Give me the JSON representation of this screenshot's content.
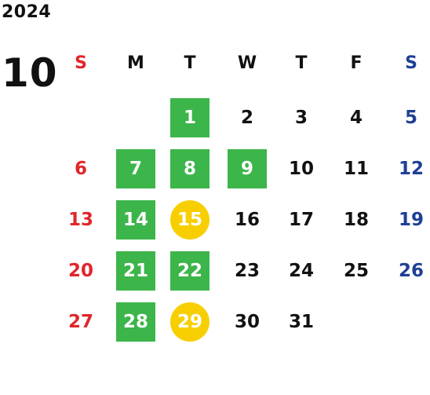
{
  "calendar": {
    "year": "2024",
    "month": "10",
    "weekdays": [
      "S",
      "M",
      "T",
      "W",
      "T",
      "F",
      "S"
    ],
    "colors": {
      "sunday": "#e0262a",
      "saturday": "#1f3f96",
      "green_highlight": "#3cb54a",
      "yellow_highlight": "#f7cf00",
      "weekday": "#111111"
    },
    "days": [
      {
        "label": "1",
        "col": 2,
        "row": 0,
        "highlight": "green"
      },
      {
        "label": "2",
        "col": 3,
        "row": 0,
        "highlight": ""
      },
      {
        "label": "3",
        "col": 4,
        "row": 0,
        "highlight": ""
      },
      {
        "label": "4",
        "col": 5,
        "row": 0,
        "highlight": ""
      },
      {
        "label": "5",
        "col": 6,
        "row": 0,
        "highlight": ""
      },
      {
        "label": "6",
        "col": 0,
        "row": 1,
        "highlight": ""
      },
      {
        "label": "7",
        "col": 1,
        "row": 1,
        "highlight": "green"
      },
      {
        "label": "8",
        "col": 2,
        "row": 1,
        "highlight": "green"
      },
      {
        "label": "9",
        "col": 3,
        "row": 1,
        "highlight": "green"
      },
      {
        "label": "10",
        "col": 4,
        "row": 1,
        "highlight": ""
      },
      {
        "label": "11",
        "col": 5,
        "row": 1,
        "highlight": ""
      },
      {
        "label": "12",
        "col": 6,
        "row": 1,
        "highlight": ""
      },
      {
        "label": "13",
        "col": 0,
        "row": 2,
        "highlight": ""
      },
      {
        "label": "14",
        "col": 1,
        "row": 2,
        "highlight": "green"
      },
      {
        "label": "15",
        "col": 2,
        "row": 2,
        "highlight": "yellow"
      },
      {
        "label": "16",
        "col": 3,
        "row": 2,
        "highlight": ""
      },
      {
        "label": "17",
        "col": 4,
        "row": 2,
        "highlight": ""
      },
      {
        "label": "18",
        "col": 5,
        "row": 2,
        "highlight": ""
      },
      {
        "label": "19",
        "col": 6,
        "row": 2,
        "highlight": ""
      },
      {
        "label": "20",
        "col": 0,
        "row": 3,
        "highlight": ""
      },
      {
        "label": "21",
        "col": 1,
        "row": 3,
        "highlight": "green"
      },
      {
        "label": "22",
        "col": 2,
        "row": 3,
        "highlight": "green"
      },
      {
        "label": "23",
        "col": 3,
        "row": 3,
        "highlight": ""
      },
      {
        "label": "24",
        "col": 4,
        "row": 3,
        "highlight": ""
      },
      {
        "label": "25",
        "col": 5,
        "row": 3,
        "highlight": ""
      },
      {
        "label": "26",
        "col": 6,
        "row": 3,
        "highlight": ""
      },
      {
        "label": "27",
        "col": 0,
        "row": 4,
        "highlight": ""
      },
      {
        "label": "28",
        "col": 1,
        "row": 4,
        "highlight": "green"
      },
      {
        "label": "29",
        "col": 2,
        "row": 4,
        "highlight": "yellow"
      },
      {
        "label": "30",
        "col": 3,
        "row": 4,
        "highlight": ""
      },
      {
        "label": "31",
        "col": 4,
        "row": 4,
        "highlight": ""
      }
    ]
  }
}
